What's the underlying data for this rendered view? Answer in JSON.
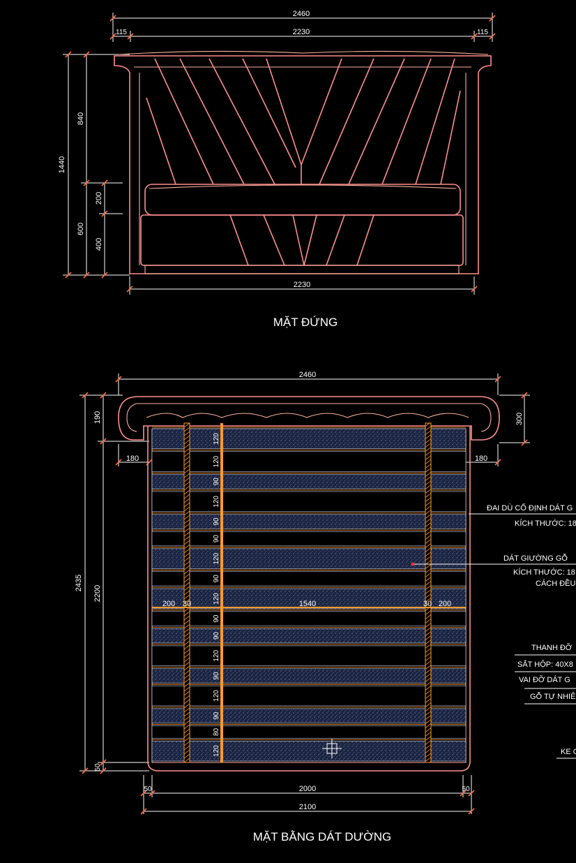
{
  "titles": {
    "elevation": "MẶT ĐỨNG",
    "plan": "MẶT BẰNG DÁT DƯỜNG"
  },
  "elevation_dims": {
    "top_total": "2460",
    "top_left": "115",
    "top_mid": "2230",
    "top_right": "115",
    "left_total": "1440",
    "left_upper": "840",
    "left_lower": "600",
    "left_200": "200",
    "left_400": "400",
    "bottom": "2230"
  },
  "plan_dims": {
    "top_total": "2460",
    "right_300": "300",
    "left_190": "190",
    "left_180": "180",
    "right_180": "180",
    "left_total": "2435",
    "left_inner": "2200",
    "left_50": "50",
    "mid_200_left": "200",
    "mid_30_left": "30",
    "mid_1540": "1540",
    "mid_30_right": "30",
    "mid_200_right": "200",
    "bottom_50_left": "50",
    "bottom_2000": "2000",
    "bottom_50_right": "50",
    "bottom_total": "2100",
    "slat_gaps": [
      "120",
      "120",
      "90",
      "120",
      "90",
      "90",
      "120",
      "90",
      "120",
      "90",
      "90",
      "120",
      "90",
      "120",
      "90",
      "80",
      "120"
    ]
  },
  "notes": {
    "n1": "ĐAI DÙ CỐ ĐỊNH DÁT G",
    "n1b": "KÍCH THƯỚC: 18",
    "n2": "DÁT GIƯỜNG GỖ",
    "n2b": "KÍCH THƯỚC: 18",
    "n2c": "CÁCH ĐỀU",
    "n3": "THANH ĐỠ",
    "n3b": "SẮT HỘP: 40X8",
    "n3c": "VAI ĐỠ DÁT G",
    "n3d": "GỖ TỰ NHIÊN",
    "n4": "KE G"
  },
  "colors": {
    "background": "#000000",
    "furniture_line": "#ff8e8e",
    "dimension_line": "#ffffff",
    "dimension_tick": "#ff6a3d",
    "support_rail": "#ff9a2a",
    "slat_fill": "#1b2440"
  }
}
